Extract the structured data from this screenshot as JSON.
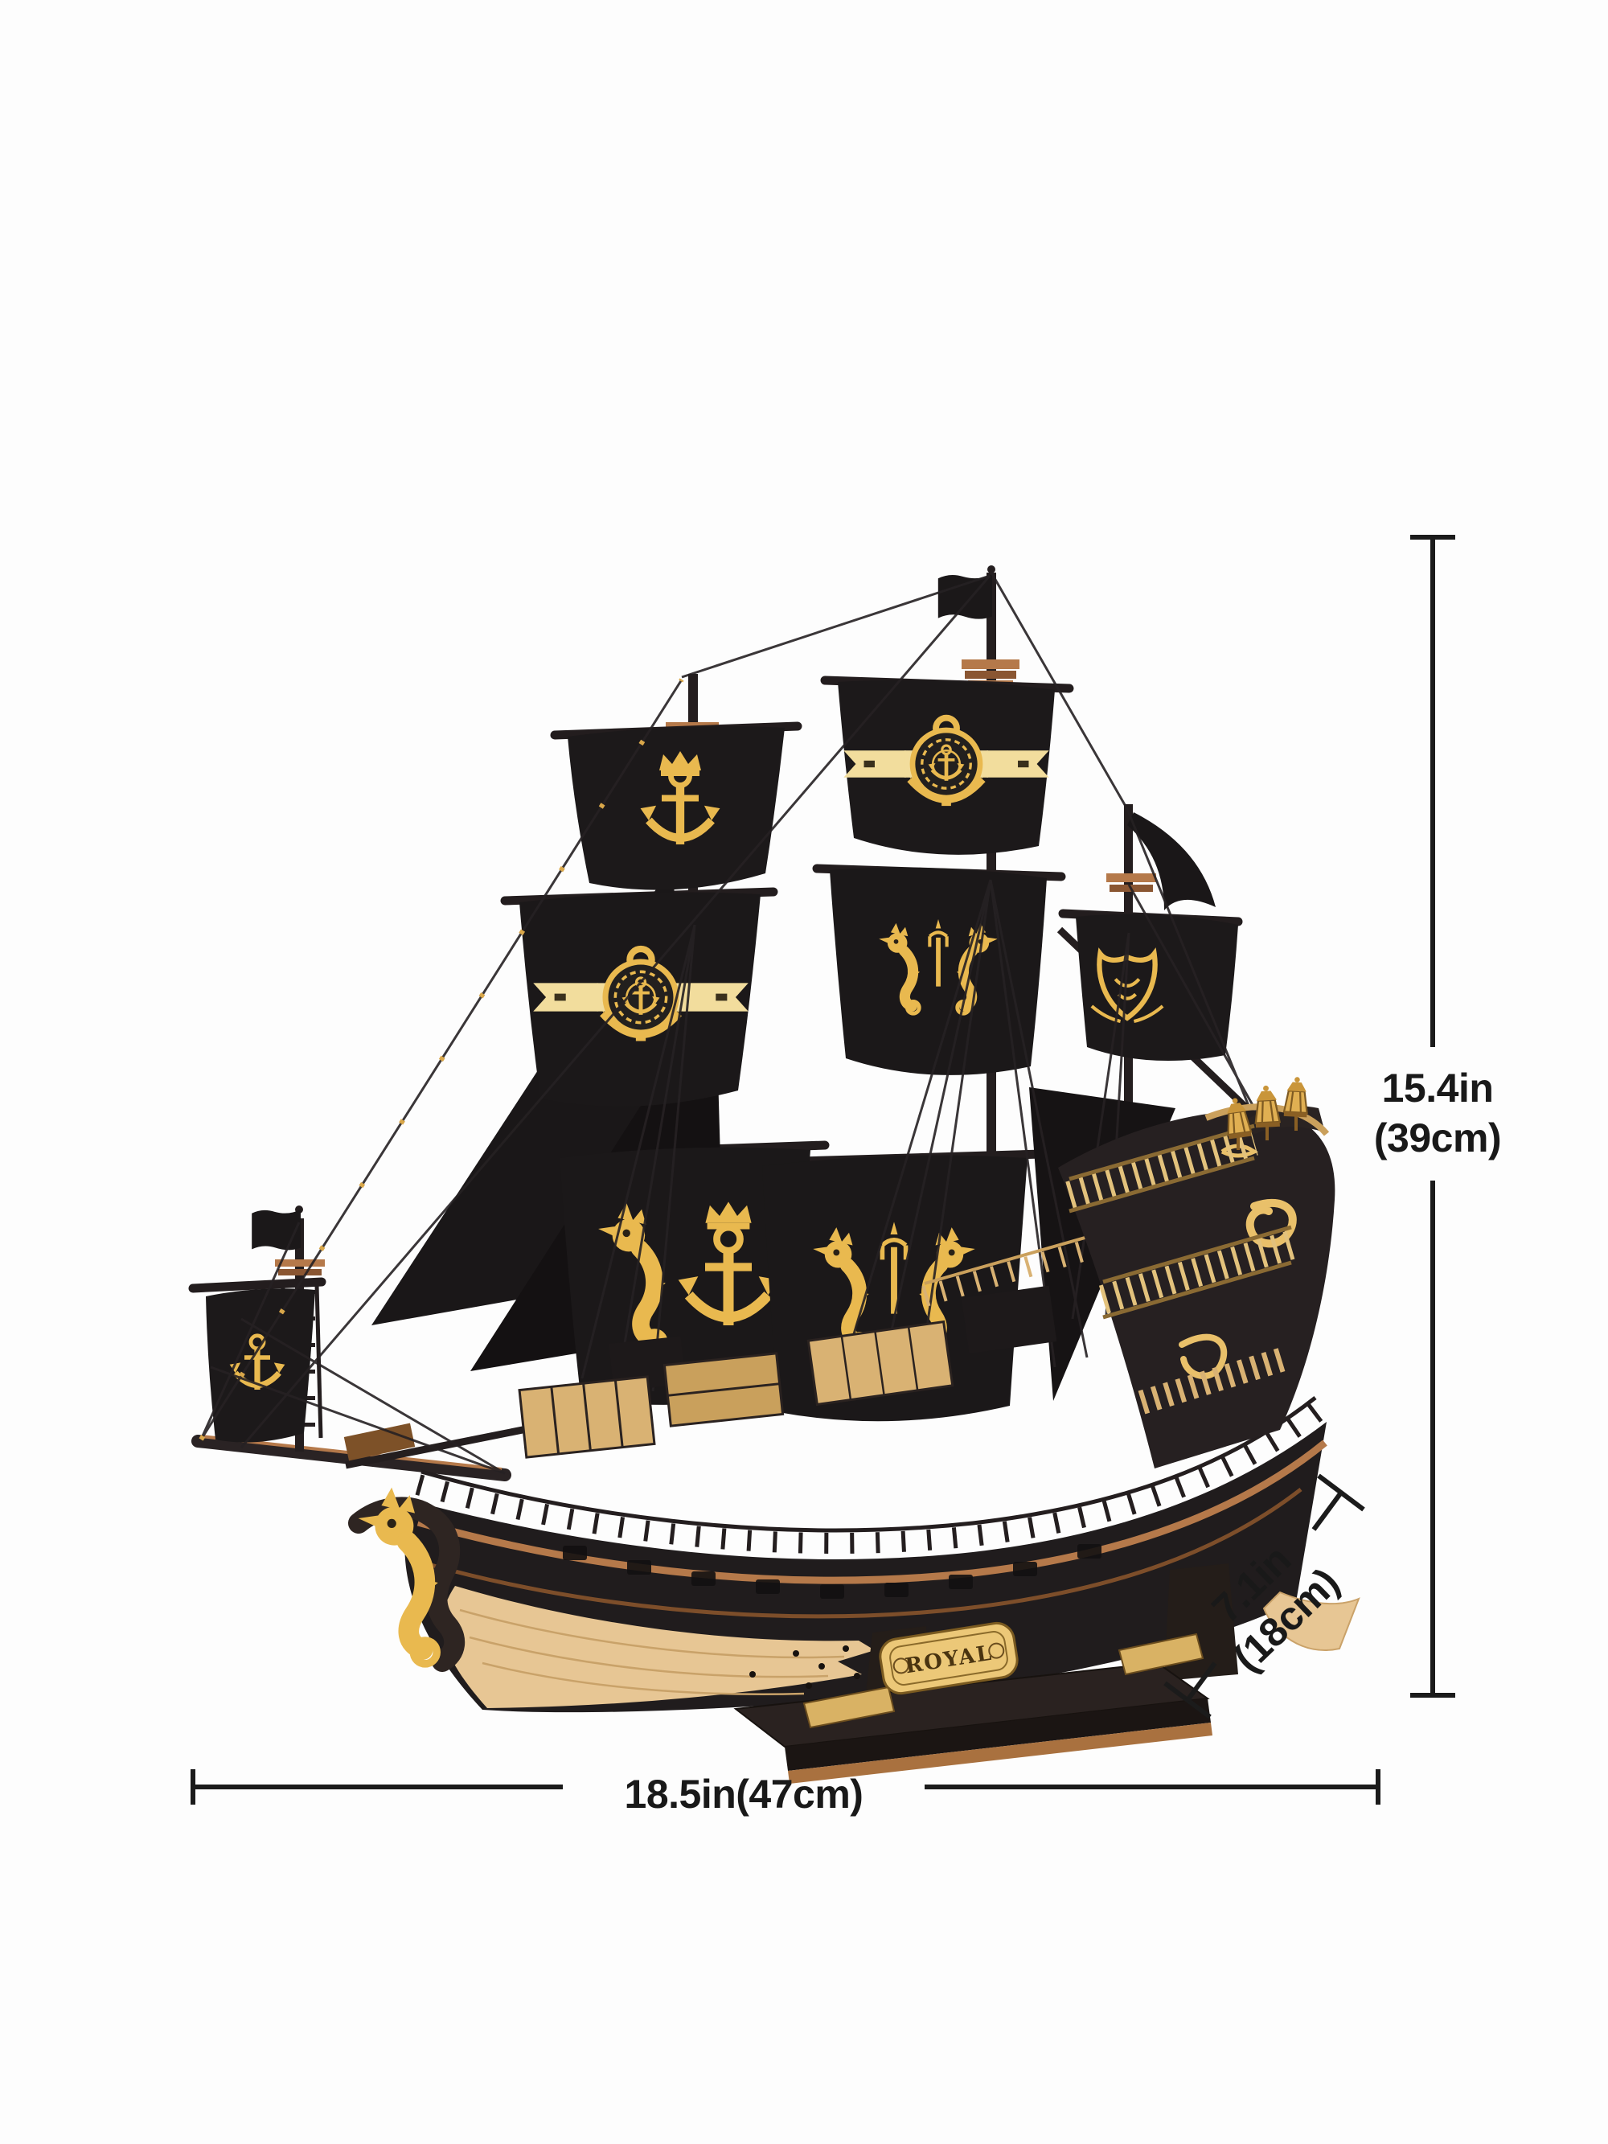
{
  "meta": {
    "background_color": "#fdfdfd",
    "image_type": "product dimension photo"
  },
  "product": {
    "type": "3D wooden puzzle pirate ship model",
    "description": "Black pirate ship model with black sails, golden seahorse and anchor emblems, ornate gold stern with lanterns, seahorse figurehead, displayed on a wooden stand",
    "nameplate_text": "ROYAL",
    "colors": {
      "sail_black": "#1b1819",
      "gold": "#e9b94f",
      "gold_light": "#f2dd9d",
      "hull_black": "#201c1d",
      "copper_trim": "#b5794a",
      "wood_light": "#e7c694",
      "stand_dark": "#262020"
    }
  },
  "dimensions": {
    "text_color": "#191919",
    "height": {
      "line1": "15.4in",
      "line2": "(39cm)"
    },
    "length": {
      "label": "18.5in(47cm)"
    },
    "depth": {
      "line1": "7.1in",
      "line2": "(18cm)"
    }
  }
}
